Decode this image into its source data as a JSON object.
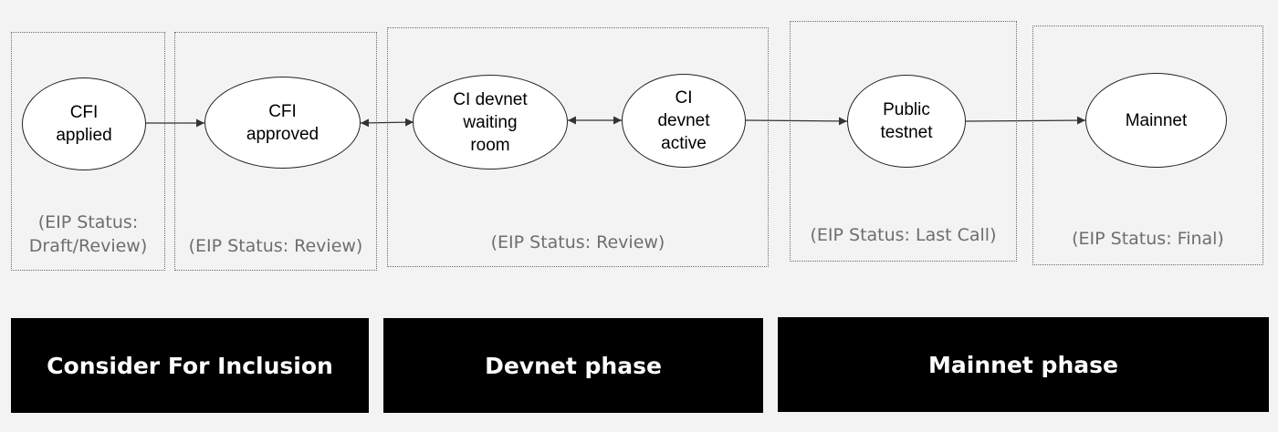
{
  "colors": {
    "background": "#f3f3f3",
    "zone_border": "#6b6b6b",
    "status_text": "#6e6e6e",
    "node_fill": "#ffffff",
    "node_border": "#222222",
    "phase_fill": "#000000",
    "phase_text": "#ffffff"
  },
  "zones": [
    {
      "status": "(EIP Status:\nDraft/Review)"
    },
    {
      "status": "(EIP Status: Review)"
    },
    {
      "status": "(EIP Status: Review)"
    },
    {
      "status": "(EIP Status: Last Call)"
    },
    {
      "status": "(EIP Status: Final)"
    }
  ],
  "nodes": [
    {
      "label": "CFI\napplied"
    },
    {
      "label": "CFI\napproved"
    },
    {
      "label": "CI devnet\nwaiting\nroom"
    },
    {
      "label": "CI\ndevnet\nactive"
    },
    {
      "label": "Public\ntestnet"
    },
    {
      "label": "Mainnet"
    }
  ],
  "edges": [
    {
      "from": "CFI applied",
      "to": "CFI approved",
      "direction": "forward"
    },
    {
      "from": "CFI approved",
      "to": "CI devnet waiting room",
      "direction": "both"
    },
    {
      "from": "CI devnet waiting room",
      "to": "CI devnet active",
      "direction": "both"
    },
    {
      "from": "CI devnet active",
      "to": "Public testnet",
      "direction": "forward"
    },
    {
      "from": "Public testnet",
      "to": "Mainnet",
      "direction": "forward"
    }
  ],
  "phases": [
    {
      "label": "Consider For Inclusion"
    },
    {
      "label": "Devnet phase"
    },
    {
      "label": "Mainnet phase"
    }
  ]
}
